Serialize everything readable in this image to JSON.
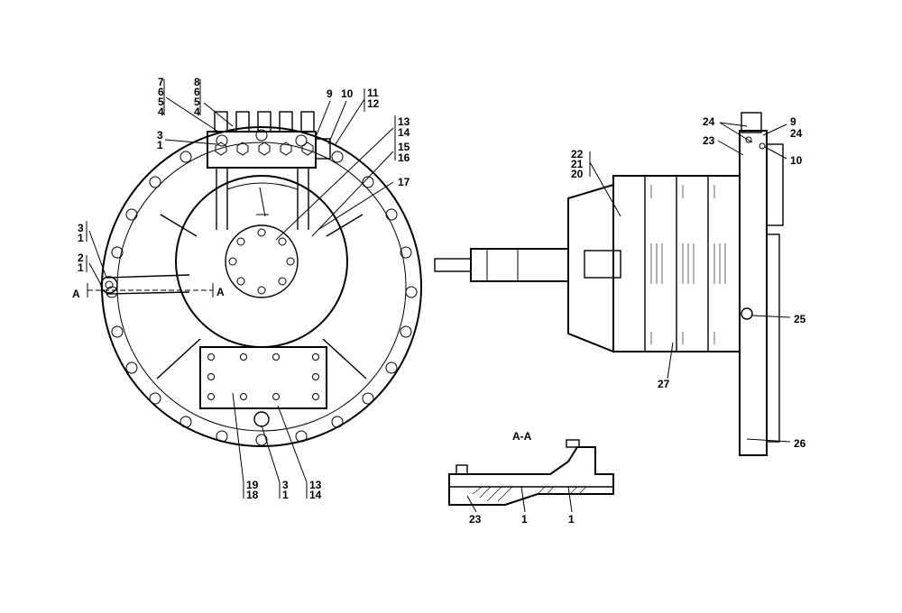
{
  "labels": {
    "front": {
      "l7": "7",
      "l6a": "6",
      "l5a": "5",
      "l4a": "4",
      "l8": "8",
      "l6b": "6",
      "l5b": "5",
      "l4b": "4",
      "l9": "9",
      "l10": "10",
      "l11": "11",
      "l12": "12",
      "l3a": "3",
      "l1a": "1",
      "l13a": "13",
      "l14a": "14",
      "l15": "15",
      "l16": "16",
      "l17": "17",
      "l3b": "3",
      "l1b": "1",
      "l2": "2",
      "l1c": "1",
      "secA_left": "A",
      "secA_right": "A",
      "l19": "19",
      "l18": "18",
      "l3c": "3",
      "l1d": "1",
      "l13b": "13",
      "l14b": "14"
    },
    "side": {
      "l22": "22",
      "l21": "21",
      "l20": "20",
      "l24a": "24",
      "l9": "9",
      "l24b": "24",
      "l23": "23",
      "l10": "10",
      "l25": "25",
      "l27": "27",
      "l26": "26"
    },
    "section": {
      "title": "A-A",
      "l23": "23",
      "l1a": "1",
      "l1b": "1"
    }
  }
}
